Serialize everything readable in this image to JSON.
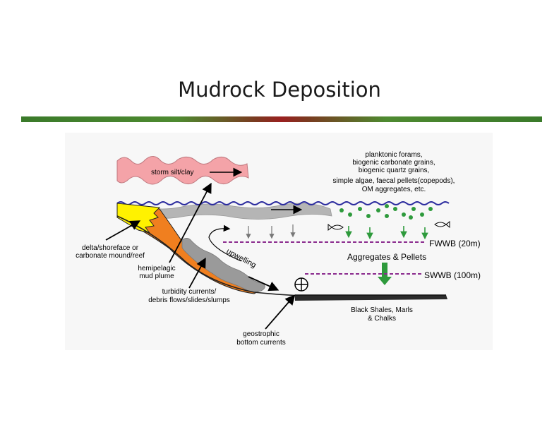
{
  "title": "Mudrock Deposition",
  "labels": {
    "storm_silt": "storm silt/clay",
    "plankton_1": "planktonic forams,",
    "plankton_2": "biogenic carbonate grains,",
    "plankton_3": "biogenic quartz grains,",
    "plankton_4": "simple algae, faecal pellets(copepods),",
    "plankton_5": "OM aggregates, etc.",
    "fwwb": "FWWB (20m)",
    "aggregates": "Aggregates & Pellets",
    "swwb": "SWWB (100m)",
    "upwelling": "upwelling",
    "delta_1": "delta/shoreface or",
    "delta_2": "carbonate mound/reef",
    "hemi_1": "hemipelagic",
    "hemi_2": "mud plume",
    "turb_1": "turbidity currents/",
    "turb_2": "debris flows/slides/slumps",
    "black_1": "Black Shales, Marls",
    "black_2": "& Chalks",
    "geo_1": "geostrophic",
    "geo_2": "bottom currents"
  },
  "colors": {
    "storm_fill": "#f4a3a8",
    "plume_fill": "#b5b5b5",
    "delta_fill": "#fff200",
    "slope_fill": "#f07f1f",
    "wave_line": "#2b2b9e",
    "wave_base": "#8a2a8e",
    "particle": "#2e9a3c",
    "shale": "#2b2b2b"
  }
}
